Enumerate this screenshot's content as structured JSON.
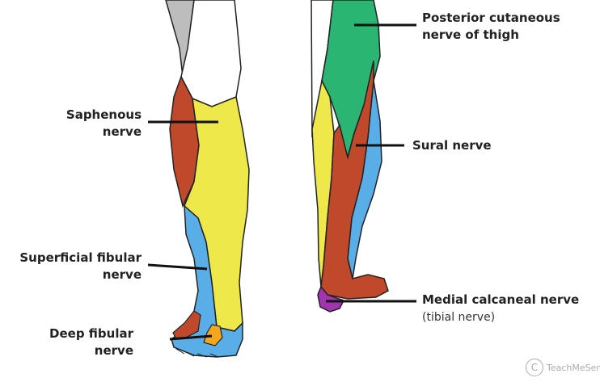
{
  "labels": {
    "saphenous_line1": "Saphenous",
    "saphenous_line2": "nerve",
    "superficial_line1": "Superficial fibular",
    "superficial_line2": "nerve",
    "deep_line1": "Deep fibular",
    "deep_line2": "nerve",
    "posterior_line1": "Posterior cutaneous",
    "posterior_line2": "nerve of thigh",
    "sural": "Sural nerve",
    "medial_calc_line1": "Medial calcaneal nerve",
    "medial_calc_line2": "(tibial nerve)"
  },
  "watermark": {
    "symbol": "C",
    "text": "TeachMeSeri"
  },
  "colors": {
    "saphenous": "#c0492b",
    "superficial_fibular": "#eee84a",
    "deep_fibular": "#f2a71d",
    "medial_plantar": "#5aaee8",
    "posterior_cutaneous": "#2bb573",
    "sural": "#5aaee8",
    "medial_calcaneal": "#a134b0",
    "skin": "#ffffff",
    "thigh_shadow": "#bdbdbd",
    "outline": "#222222"
  }
}
